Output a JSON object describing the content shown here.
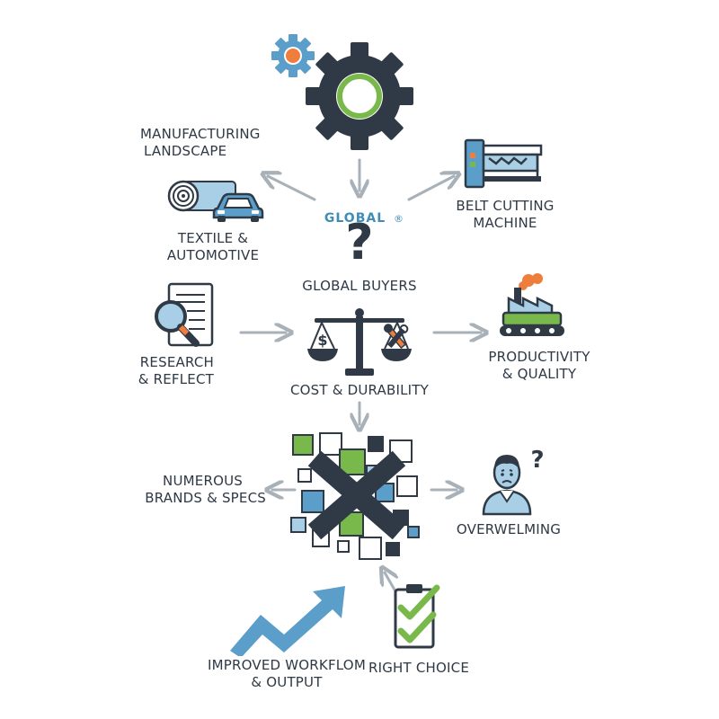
{
  "labels": {
    "manufacturing_landscape": [
      "MANUFACTURING",
      "LANDSCAPE"
    ],
    "textile_automotive": [
      "TEXTILE &",
      "AUTOMOTIVE"
    ],
    "belt_cutting_machine": [
      "BELT CUTTING",
      "MACHINE"
    ],
    "global_word": "GLOBAL",
    "global_registered": "®",
    "question_mark": "?",
    "global_buyers": "GLOBAL BUYERS",
    "research_reflect": [
      "RESEARCH",
      "& REFLECT"
    ],
    "cost_durability": "COST & DURABILITY",
    "productivity_quality": [
      "PRODUCTIVITY",
      "& QUALITY"
    ],
    "numerous_brands_specs": [
      "NUMEROUS",
      "BRANDS & SPECS"
    ],
    "overwhelming": "OVERWELMING",
    "overwhelmed_question": "?",
    "right_choice": "RIGHT CHOICE",
    "improved_workflow": [
      "IMPROVED WORKFLOM",
      "& OUTPUT"
    ],
    "dollar_sign": "$"
  },
  "icons": {
    "main_gear": "gear-icon",
    "small_gear": "small-gear-icon",
    "textile_roll": "fabric-roll-icon",
    "car": "car-icon",
    "machine": "belt-cutting-machine-icon",
    "research": "magnifier-document-icon",
    "scale": "balance-scale-icon",
    "factory": "factory-conveyor-icon",
    "choices": "cluttered-options-x-icon",
    "person": "confused-person-icon",
    "checklist": "clipboard-checklist-icon",
    "trend": "upward-trend-arrow-icon"
  },
  "colors": {
    "dark": "#2f3a46",
    "blue": "#5a9ec9",
    "light_blue": "#a9cfe6",
    "green": "#79b84a",
    "orange": "#ef7d3c",
    "arrow_gray": "#a8b0b8",
    "teal": "#3f8db5"
  }
}
